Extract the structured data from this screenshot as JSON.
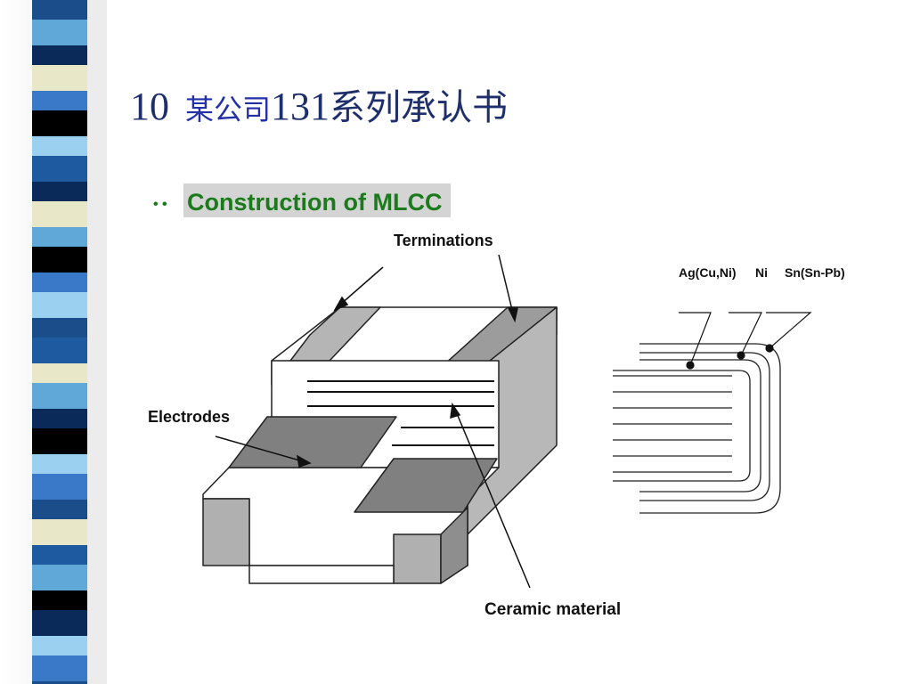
{
  "slide": {
    "number": "10",
    "title_company": "某公司",
    "title_series": "131",
    "title_rest": "系列承认书"
  },
  "diagram": {
    "bullets": "• •",
    "heading": "Construction of MLCC",
    "heading_color": "#1b7a1b",
    "heading_bg": "#d4d4d4",
    "labels": {
      "terminations": "Terminations",
      "electrodes": "Electrodes",
      "ceramic": "Ceramic material",
      "layer1": "Ag(Cu,Ni)",
      "layer2": "Ni",
      "layer3": "Sn(Sn-Pb)"
    }
  },
  "colors": {
    "sidebar_stripes": [
      "#1a4d8a",
      "#5fa8d8",
      "#0a2a5a",
      "#e8e8c8",
      "#3a78c8",
      "#000000",
      "#9cd0f0",
      "#1e5aa0"
    ]
  }
}
